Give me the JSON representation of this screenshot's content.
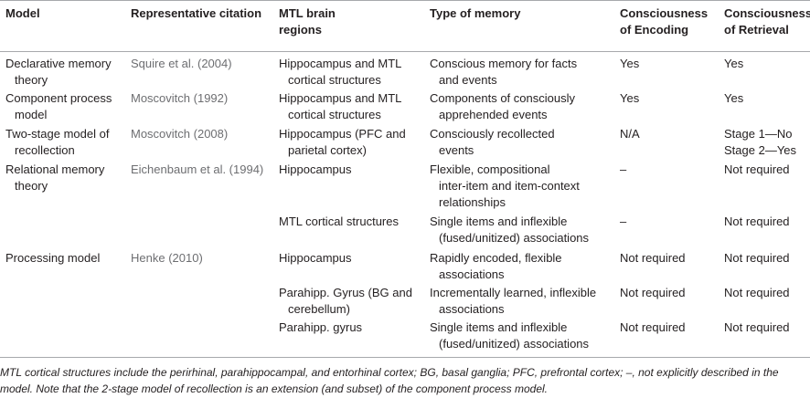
{
  "header": {
    "model": "Model",
    "citation": "Representative citation",
    "regions": "MTL brain\nregions",
    "memory": "Type of memory",
    "encoding": "Consciousness\nof Encoding",
    "retrieval": "Consciousness\nof Retrieval"
  },
  "rows": [
    {
      "model": "Declarative memory\ntheory",
      "citation": "Squire et al. (2004)",
      "regions": "Hippocampus and MTL\ncortical structures",
      "memory": "Conscious memory for facts\nand events",
      "encoding": "Yes",
      "retrieval": "Yes"
    },
    {
      "model": "Component process\nmodel",
      "citation": "Moscovitch (1992)",
      "regions": "Hippocampus and MTL\ncortical structures",
      "memory": "Components of consciously\napprehended events",
      "encoding": "Yes",
      "retrieval": "Yes"
    },
    {
      "model": "Two-stage model of\nrecollection",
      "citation": "Moscovitch (2008)",
      "regions": "Hippocampus (PFC and\nparietal cortex)",
      "memory": "Consciously recollected\nevents",
      "encoding": "N/A",
      "retrieval": "Stage 1—No\nStage 2—Yes"
    },
    {
      "model": "Relational memory\ntheory",
      "citation": "Eichenbaum et al. (1994)",
      "regions": "Hippocampus",
      "memory": "Flexible, compositional\ninter-item and item-context\nrelationships",
      "encoding": "–",
      "retrieval": "Not required"
    },
    {
      "model": "",
      "citation": "",
      "regions": "MTL cortical structures",
      "memory": "Single items and inflexible\n(fused/unitized) associations",
      "encoding": "–",
      "retrieval": "Not required"
    },
    {
      "model": "Processing model",
      "citation": "Henke (2010)",
      "regions": "Hippocampus",
      "memory": "Rapidly encoded, flexible\nassociations",
      "encoding": "Not required",
      "retrieval": "Not required"
    },
    {
      "model": "",
      "citation": "",
      "regions": "Parahipp. Gyrus (BG and\ncerebellum)",
      "memory": "Incrementally learned, inflexible\nassociations",
      "encoding": "Not required",
      "retrieval": "Not required"
    },
    {
      "model": "",
      "citation": "",
      "regions": "Parahipp. gyrus",
      "memory": "Single items and inflexible\n(fused/unitized) associations",
      "encoding": "Not required",
      "retrieval": "Not required"
    }
  ],
  "footnote": "MTL cortical structures include the perirhinal, parahippocampal, and entorhinal cortex; BG, basal ganglia; PFC, prefrontal cortex; –, not explicitly described in the model. Note that the 2-stage model of recollection is an extension (and subset) of the component process model."
}
